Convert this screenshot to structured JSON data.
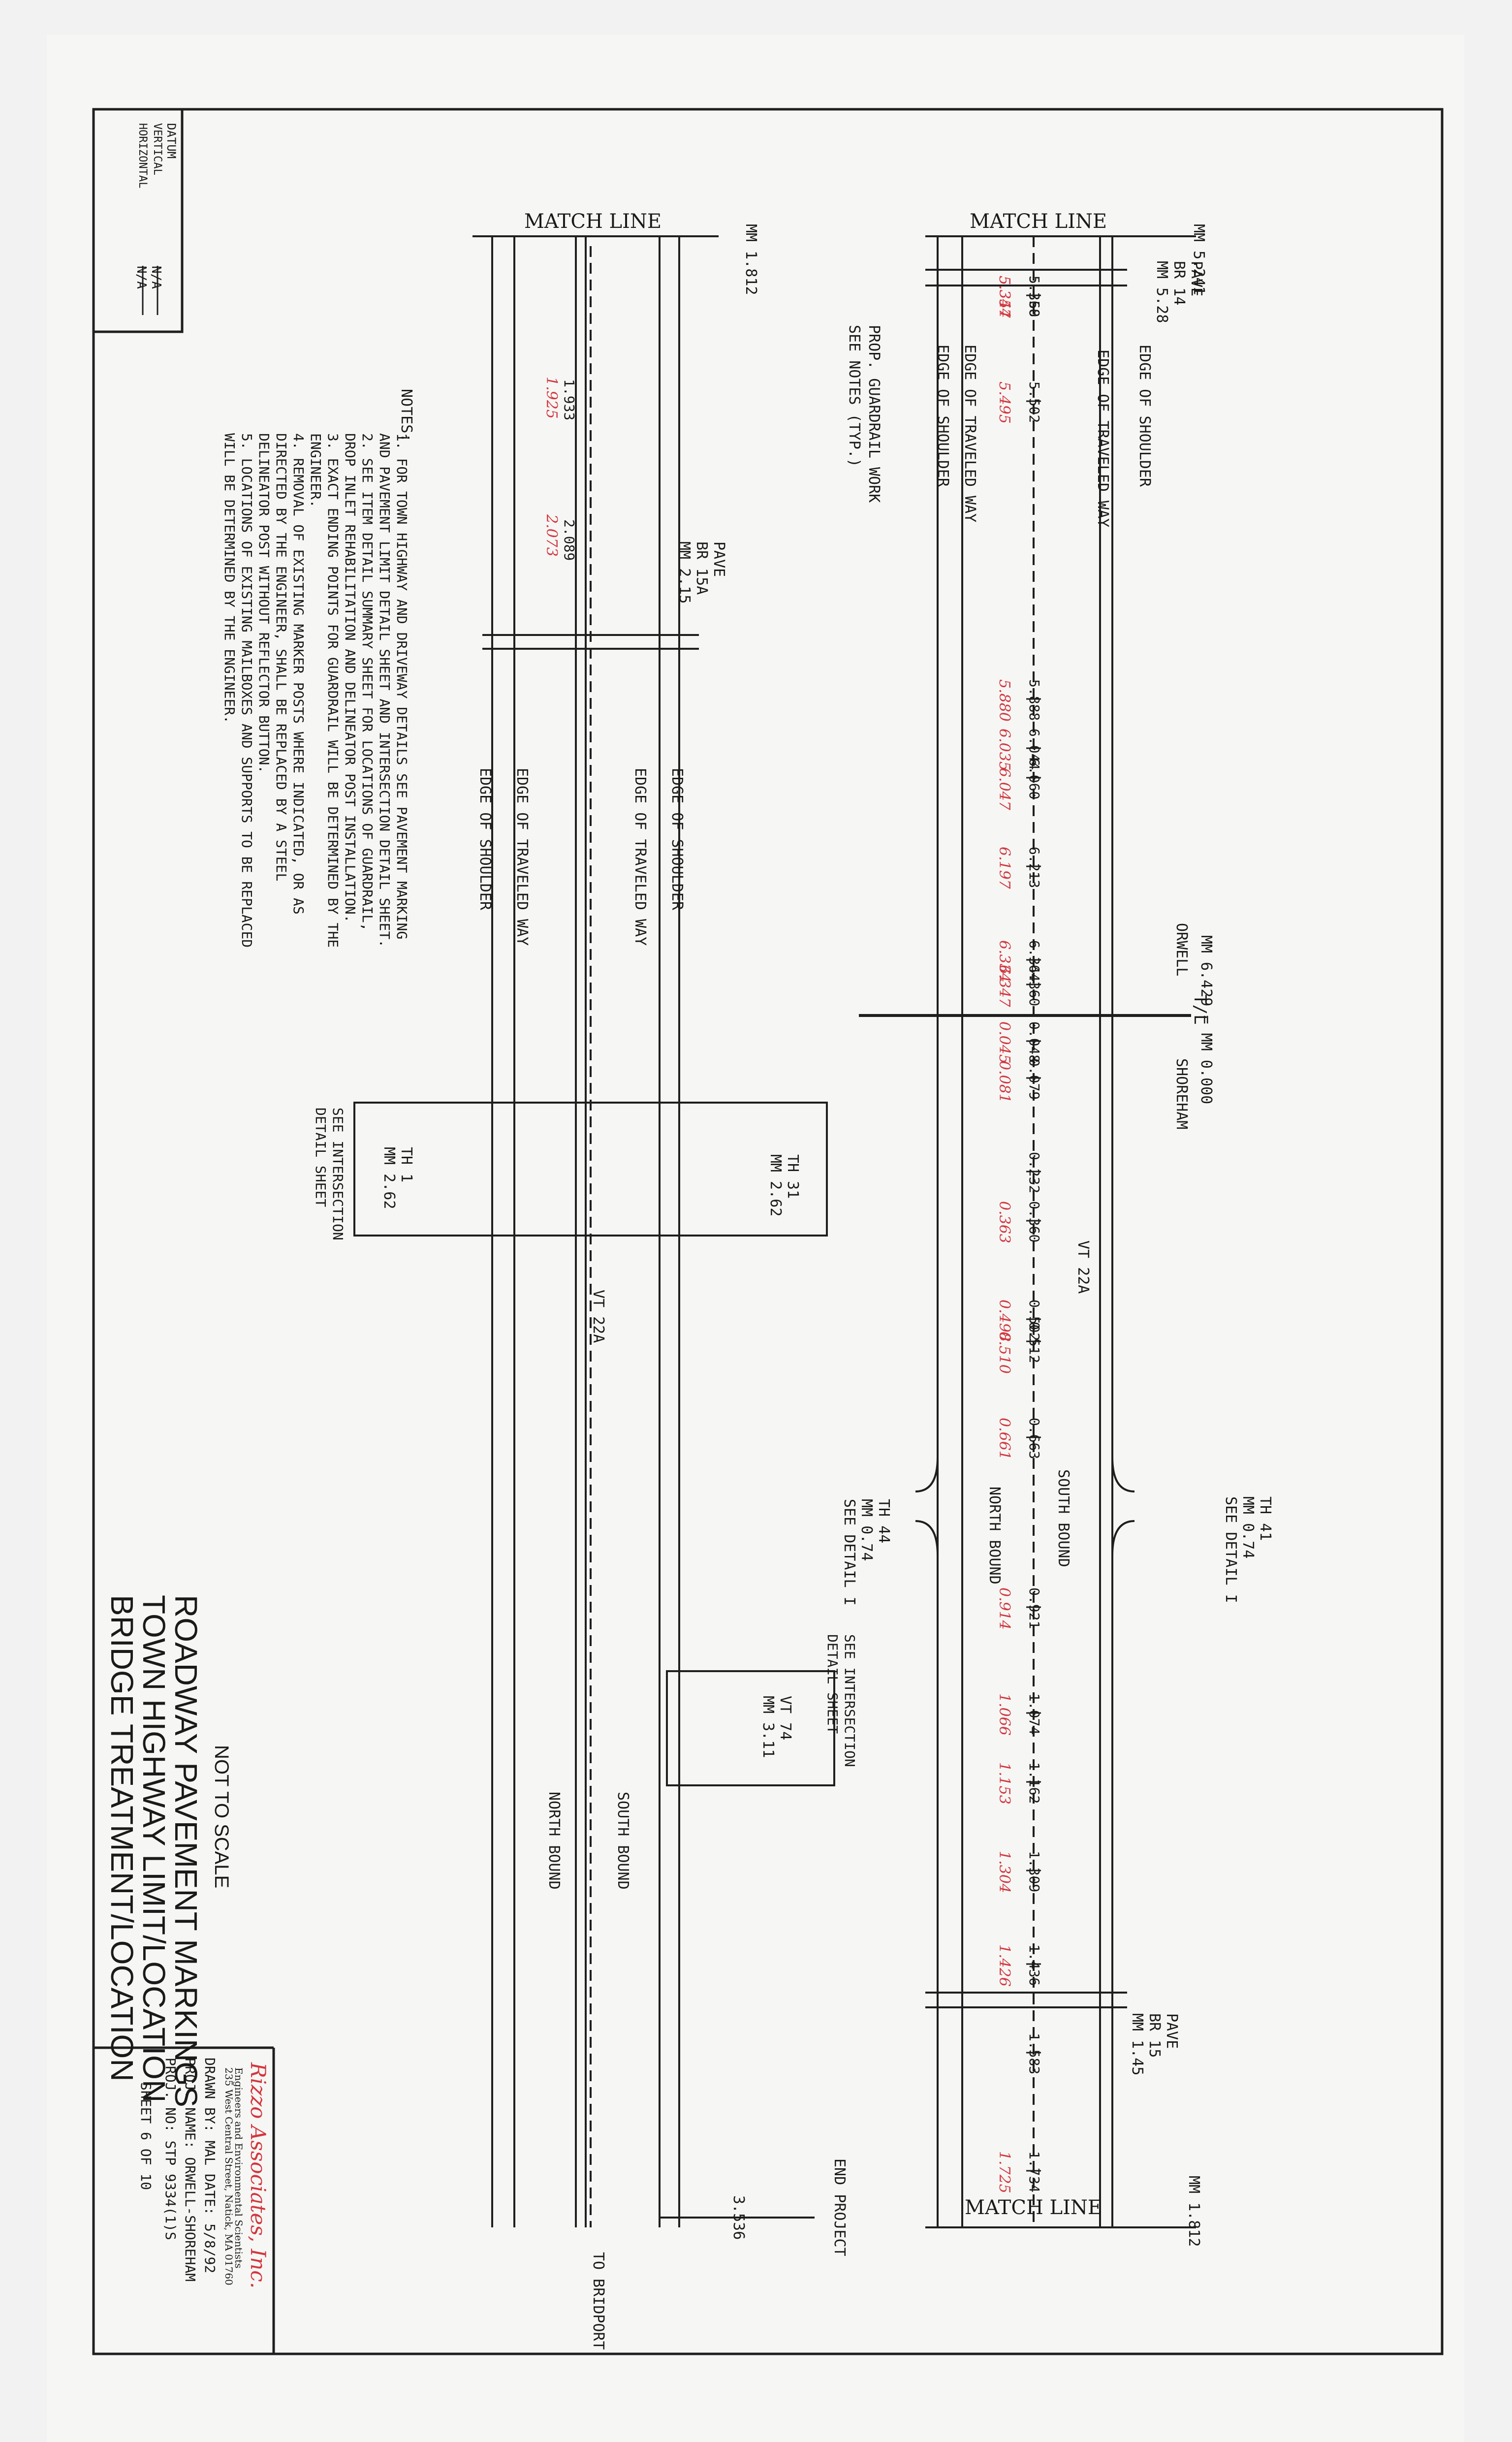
{
  "sheet": {
    "match_line": "MATCH LINE",
    "mm_top_upper": "MM 5.241",
    "mm_top_lower": "MM 1.812",
    "mm_bottom_upper": "MM 1.812",
    "end_project": "END PROJECT",
    "to_bridport": "TO BRIDPORT",
    "end_value": "3.536"
  },
  "upper": {
    "edge_of_shoulder": "EDGE OF SHOULDER",
    "edge_of_traveled_way": "EDGE OF TRAVELED WAY",
    "pave_br14": [
      "PAVE",
      "BR 14",
      "MM 5.28"
    ],
    "guardrail_note": [
      "PROP. GUARDRAIL WORK",
      "SEE NOTES (TYP.)"
    ],
    "town_line": "T/L",
    "orwell": "ORWELL",
    "shoreham": "SHOREHAM",
    "mm_orwell": "MM 6.429 = MM 0.000",
    "vt22a": "VT 22A",
    "north_bound": "NORTH BOUND",
    "south_bound": "SOUTH BOUND",
    "th44": [
      "TH 44",
      "MM 0.74",
      "SEE DETAIL I"
    ],
    "th41": [
      "TH 41",
      "MM 0.74",
      "SEE DETAIL I"
    ],
    "pave_br15": [
      "PAVE",
      "BR 15",
      "MM 1.45"
    ],
    "stations_black": [
      "5.350",
      "5.368",
      "5.502",
      "5.888",
      "6.044",
      "6.060",
      "6.213",
      "6.344",
      "6.360",
      "0.048",
      "0.079",
      "0.232",
      "0.360",
      "0.502",
      "0.512",
      "0.663",
      "0.921",
      "1.074",
      "1.162",
      "1.309",
      "1.436",
      "1.583",
      "1.734"
    ],
    "stations_red": [
      "5.347",
      "5.354",
      "5.495",
      "5.880",
      "6.035",
      "6.047",
      "6.197",
      "6.334",
      "6.347",
      "0.045",
      "0.081",
      "0.363",
      "0.498",
      "0.510",
      "0.661",
      "0.914",
      "1.066",
      "1.153",
      "1.304",
      "1.426",
      "1.725"
    ]
  },
  "lower": {
    "pave_br15a": [
      "PAVE",
      "BR 15A",
      "MM 2.15"
    ],
    "th31": [
      "TH 31",
      "MM 2.62"
    ],
    "th1": [
      "TH 1",
      "MM 2.62"
    ],
    "see_intersection": [
      "SEE INTERSECTION",
      "DETAIL SHEET"
    ],
    "vt74": [
      "VT 74",
      "MM 3.11"
    ],
    "vt22a": "VT 22A",
    "north_bound": "NORTH BOUND",
    "south_bound": "SOUTH BOUND",
    "edge_of_shoulder": "EDGE OF SHOULDER",
    "edge_of_traveled_way": "EDGE OF TRAVELED WAY",
    "stations_black": [
      "1.933",
      "2.089"
    ],
    "stations_red": [
      "1.925",
      "2.073"
    ]
  },
  "notes": {
    "heading": "NOTES:",
    "items": [
      "1.  FOR TOWN HIGHWAY AND DRIVEWAY DETAILS SEE PAVEMENT MARKING",
      "    AND PAVEMENT LIMIT DETAIL SHEET AND INTERSECTION DETAIL SHEET.",
      "2.  SEE ITEM DETAIL SUMMARY SHEET FOR LOCATIONS OF GUARDRAIL,",
      "    DROP INLET REHABILITATION AND DELINEATOR POST INSTALLATION.",
      "3.  EXACT ENDING POINTS FOR GUARDRAIL WILL BE DETERMINED BY THE",
      "    ENGINEER.",
      "4.  REMOVAL OF EXISTING MARKER POSTS WHERE INDICATED, OR AS",
      "    DIRECTED BY THE ENGINEER, SHALL BE REPLACED BY A STEEL",
      "    DELINEATOR POST WITHOUT REFLECTOR BUTTON.",
      "5.  LOCATIONS OF EXISTING MAILBOXES AND SUPPORTS TO BE REPLACED",
      "    WILL BE DETERMINED BY THE ENGINEER."
    ]
  },
  "datum": {
    "label": "DATUM",
    "vertical": "VERTICAL",
    "horizontal": "HORIZONTAL",
    "vertical_value": "N/A",
    "horizontal_value": "N/A"
  },
  "title_block": {
    "title_lines": [
      "ROADWAY PAVEMENT MARKINGS",
      "TOWN HIGHWAY LIMIT/LOCATION",
      "BRIDGE TREATMENT/LOCATION"
    ],
    "not_to_scale": "NOT TO SCALE",
    "firm": "Rizzo Associates, Inc.",
    "firm_sub": "Engineers and Environmental Scientists",
    "firm_addr": "235 West Central Street, Natick, MA 01760",
    "drawn_by": "DRAWN BY:  MAL   DATE: 5/8/92",
    "proj_name": "PROJ. NAME:  ORWELL-SHOREHAM",
    "proj_no": "PROJ. NO:   STP 9334(1)S",
    "sheet_no": "SHEET  6  OF  10"
  }
}
